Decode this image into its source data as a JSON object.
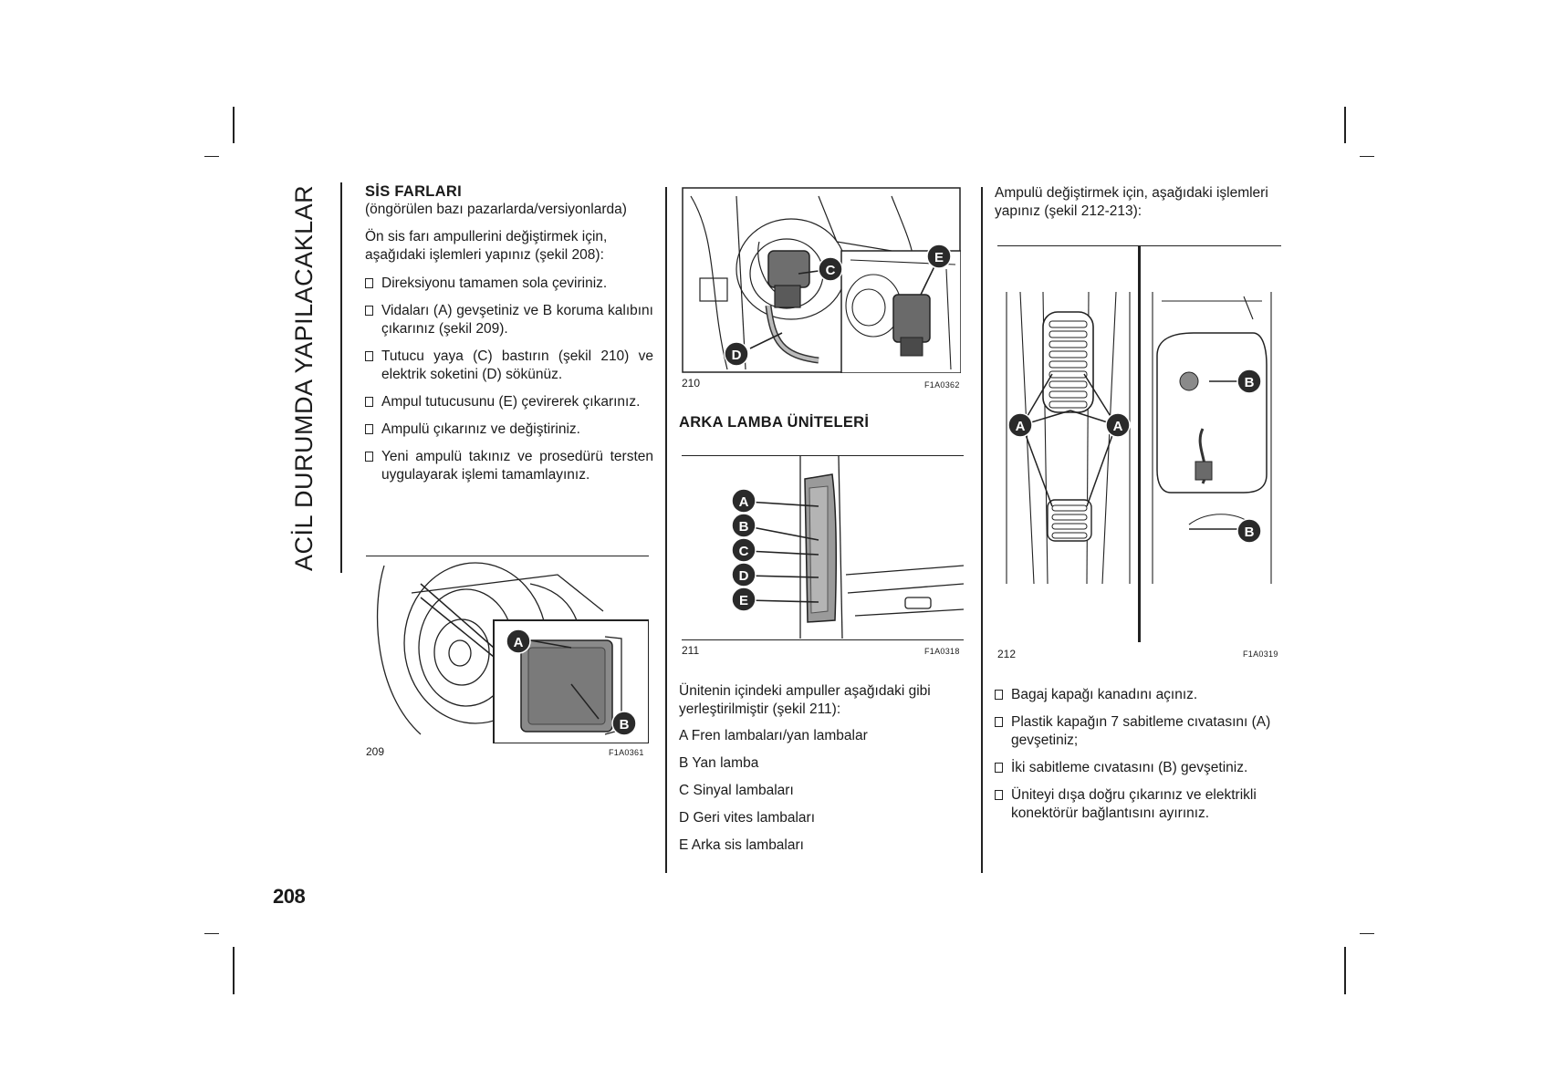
{
  "side_title": "ACİL DURUMDA YAPILACAKLAR",
  "page_number": "208",
  "col1": {
    "heading": "SİS FARLARI",
    "subheading": "(öngörülen bazı pazarlarda/versiyonlarda)",
    "intro": "Ön sis farı ampullerini değiştirmek için, aşağıdaki işlemleri yapınız (şekil 208):",
    "steps": [
      "Direksiyonu tamamen sola çeviriniz.",
      "Vidaları (A) gevşetiniz ve B koruma kalıbını çıkarınız (şekil 209).",
      "Tutucu yaya (C) bastırın (şekil 210) ve elektrik soketini (D) sökünüz.",
      "Ampul tutucusunu (E) çevirerek çıkarınız.",
      "Ampulü çıkarınız ve değiştiriniz.",
      "Yeni ampulü takınız ve prosedürü tersten uygulayarak işlemi tamamlayınız."
    ],
    "fig209": {
      "number": "209",
      "code": "F1A0361",
      "labels": [
        "A",
        "B"
      ]
    }
  },
  "col2": {
    "fig210": {
      "number": "210",
      "code": "F1A0362",
      "labels": [
        "C",
        "D",
        "E"
      ]
    },
    "heading": "ARKA LAMBA ÜNİTELERİ",
    "fig211": {
      "number": "211",
      "code": "F1A0318",
      "labels": [
        "A",
        "B",
        "C",
        "D",
        "E"
      ]
    },
    "intro": "Ünitenin içindeki ampuller aşağıdaki gibi yerleştirilmiştir (şekil 211):",
    "items": [
      "A Fren lambaları/yan lambalar",
      "B Yan lamba",
      "C Sinyal lambaları",
      "D Geri vites lambaları",
      "E Arka sis lambaları"
    ]
  },
  "col3": {
    "intro": "Ampulü değiştirmek için, aşağıdaki işlemleri yapınız (şekil 212-213):",
    "fig212": {
      "number": "212",
      "code": "F1A0319",
      "labels": [
        "A",
        "A",
        "B",
        "B"
      ]
    },
    "steps": [
      "Bagaj kapağı kanadını açınız.",
      "Plastik kapağın 7 sabitleme cıvatasını (A) gevşetiniz;",
      "İki sabitleme cıvatasını (B) gevşetiniz.",
      "Üniteyi dışa doğru çıkarınız ve elektrikli konektörür bağlantısını ayırınız."
    ]
  }
}
